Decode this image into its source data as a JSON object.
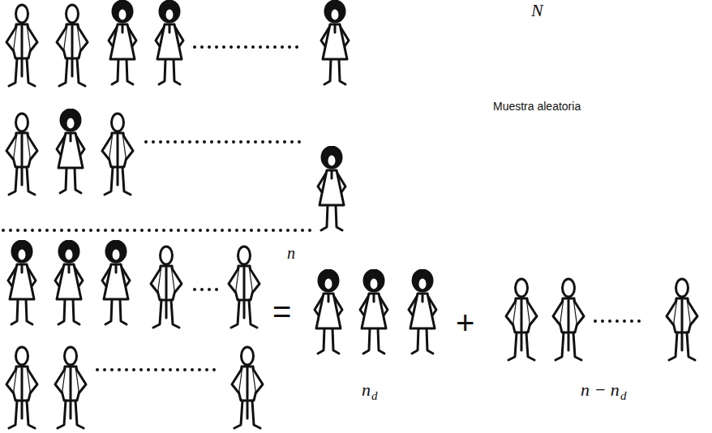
{
  "diagram": {
    "labels": [
      "N",
      "Muestra aleatoria",
      "n",
      "=",
      "+",
      "n",
      "d",
      "n − n",
      "d"
    ]
  }
}
